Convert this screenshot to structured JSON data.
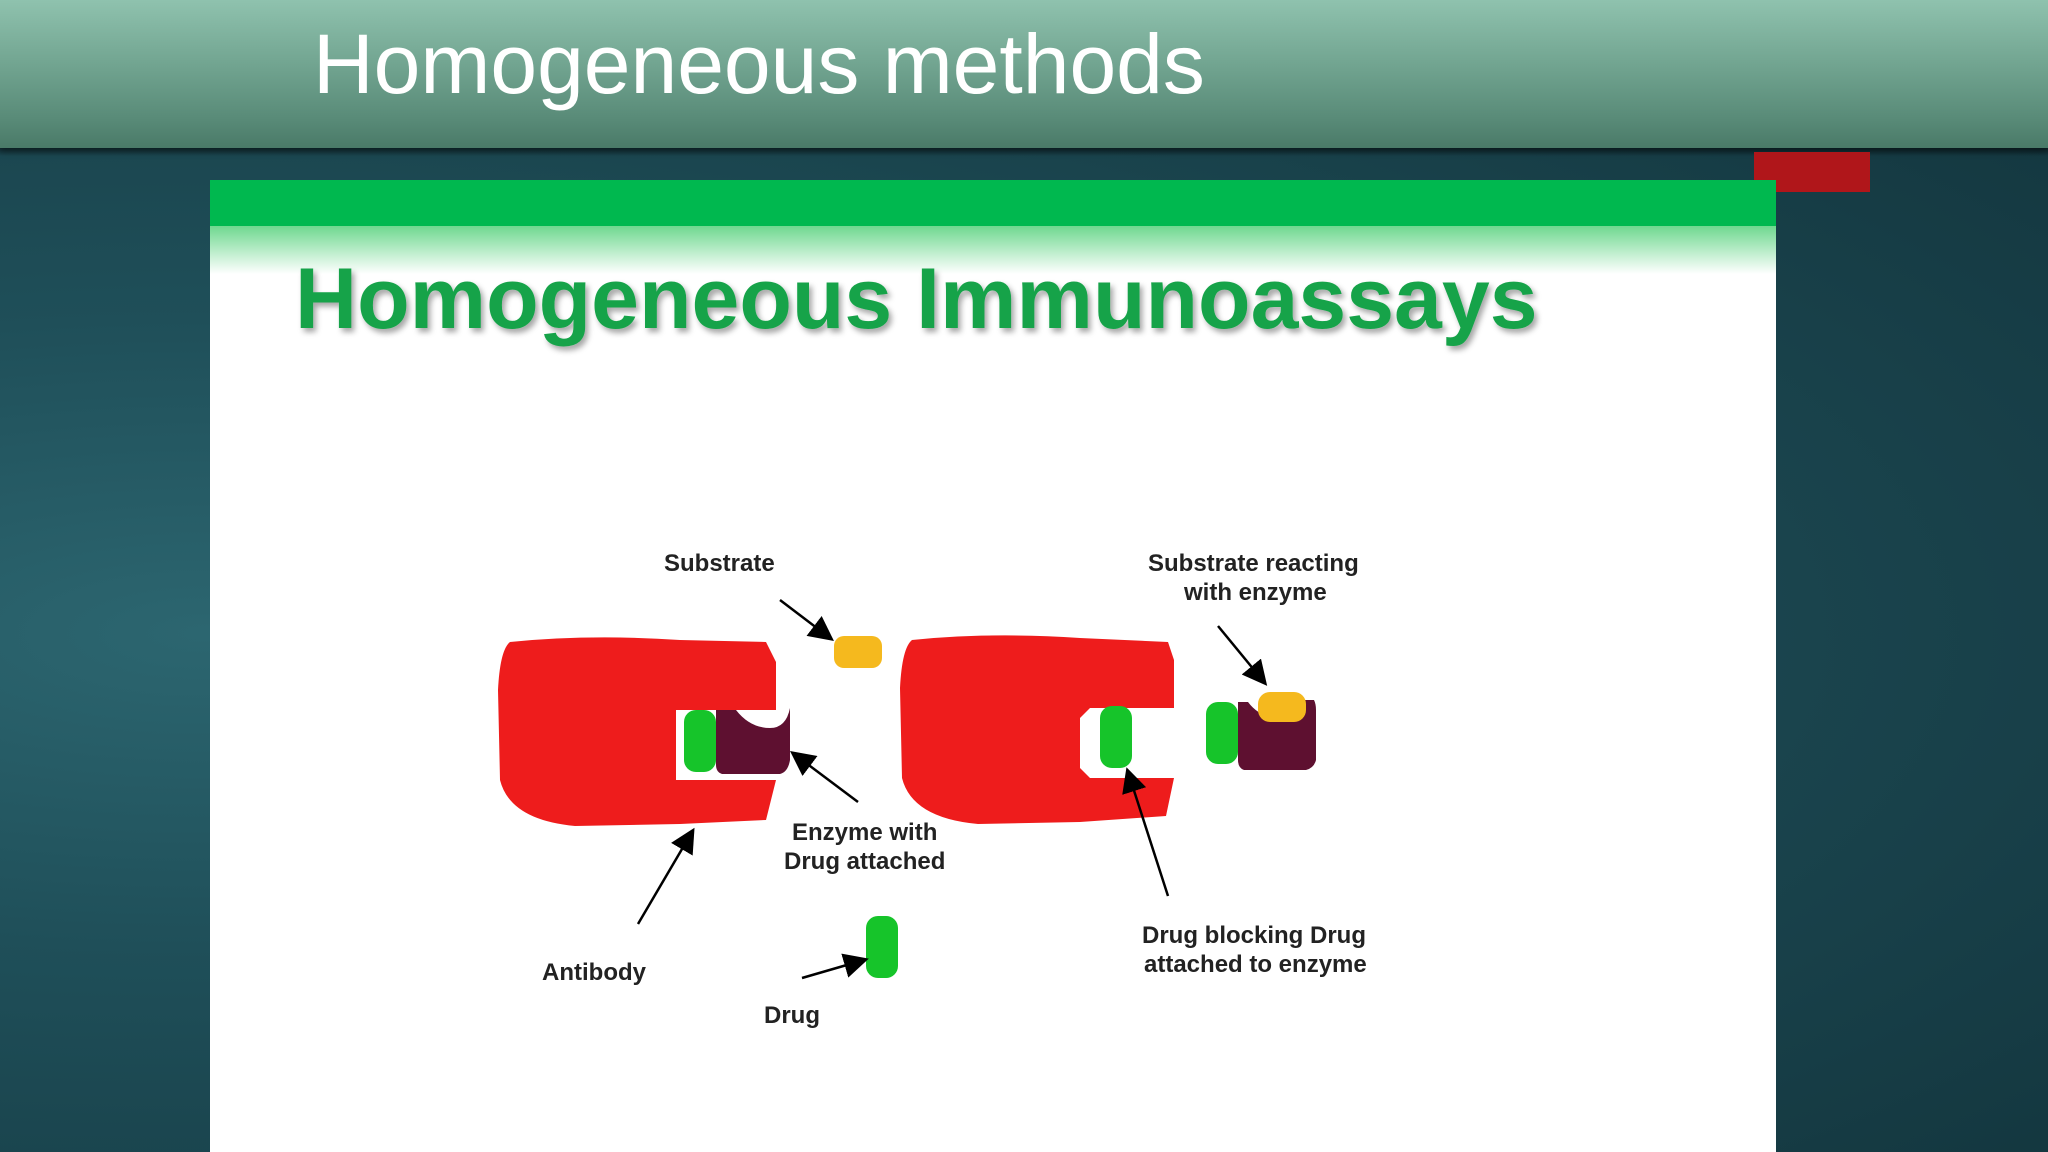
{
  "header": {
    "title": "Homogeneous methods",
    "background": "#74a793",
    "accent": "#b0161a"
  },
  "figure": {
    "title": "Homogeneous Immunoassays",
    "title_color": "#19a34a",
    "band_color": "#00b84f",
    "labels": {
      "substrate": "Substrate",
      "enzyme_line1": "Enzyme with",
      "enzyme_line2": "Drug attached",
      "antibody": "Antibody",
      "drug": "Drug",
      "reacting_line1": "Substrate reacting",
      "reacting_line2": "with enzyme",
      "blocking_line1": "Drug blocking Drug",
      "blocking_line2": "attached to enzyme"
    },
    "colors": {
      "antibody": "#ee1c1c",
      "drug": "#16c42a",
      "enzyme": "#5e1030",
      "substrate": "#f5b91e"
    }
  }
}
